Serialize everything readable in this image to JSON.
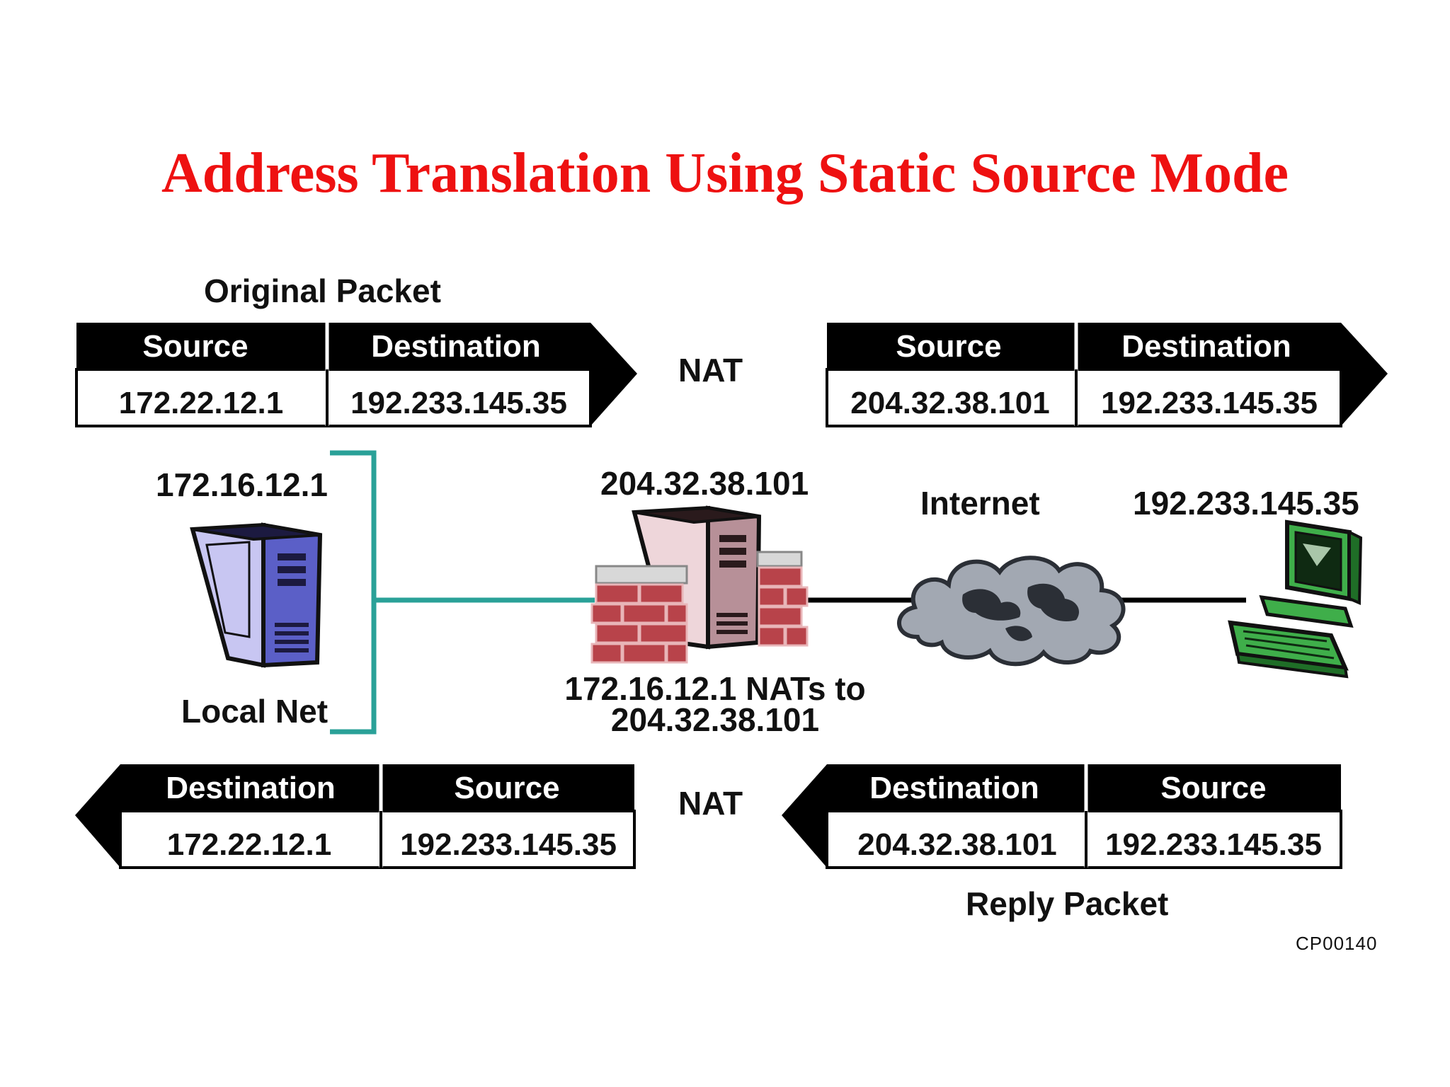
{
  "title": "Address Translation Using Static Source Mode",
  "labels": {
    "original_packet": "Original Packet",
    "reply_packet": "Reply Packet",
    "nat_top": "NAT",
    "nat_bottom": "NAT",
    "local_host_ip": "172.16.12.1",
    "local_net": "Local Net",
    "firewall_ip": "204.32.38.101",
    "internet": "Internet",
    "remote_host_ip": "192.233.145.35",
    "nat_note_line1": "172.16.12.1 NATs to",
    "nat_note_line2": "204.32.38.101",
    "figure_id": "CP00140"
  },
  "packets": {
    "top_left": {
      "h1": "Source",
      "h2": "Destination",
      "v1": "172.22.12.1",
      "v2": "192.233.145.35"
    },
    "top_right": {
      "h1": "Source",
      "h2": "Destination",
      "v1": "204.32.38.101",
      "v2": "192.233.145.35"
    },
    "bottom_left": {
      "h1": "Destination",
      "h2": "Source",
      "v1": "172.22.12.1",
      "v2": "192.233.145.35"
    },
    "bottom_right": {
      "h1": "Destination",
      "h2": "Source",
      "v1": "204.32.38.101",
      "v2": "192.233.145.35"
    }
  },
  "colors": {
    "title": "#ee1111",
    "link_teal": "#2aa198",
    "server_blue": "#5b5fc7",
    "server_pink": "#c9a0a8",
    "brick": "#b8434a",
    "cloud": "#9aa0aa",
    "computer_green": "#3fae4a"
  }
}
